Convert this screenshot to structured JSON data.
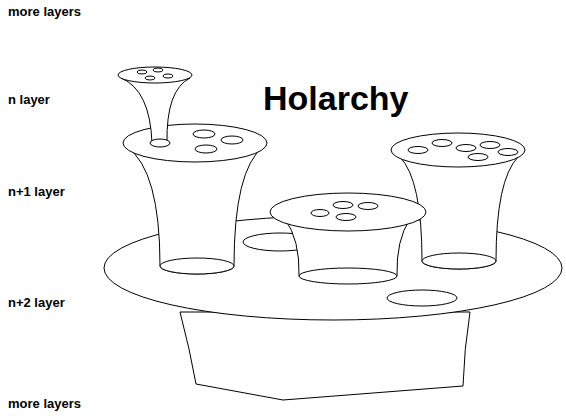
{
  "diagram": {
    "title": "Holarchy",
    "labels": [
      "more layers",
      "n layer",
      "n+1 layer",
      "n+2 layer",
      "more layers"
    ]
  }
}
